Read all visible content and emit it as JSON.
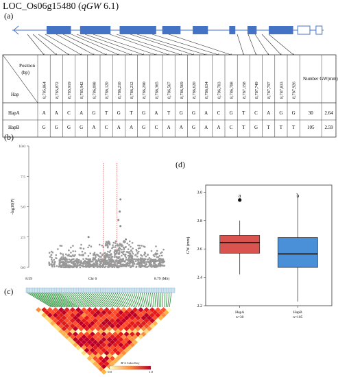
{
  "figure": {
    "gene_prefix": "LOC_Os06g15480 (",
    "gene_italic": "qGW",
    "gene_suffix": " 6.1)",
    "panel_labels": [
      "(a)",
      "(b)",
      "(c)",
      "(d)"
    ]
  },
  "gene_model": {
    "exons": [
      [
        0.09,
        0.17
      ],
      [
        0.2,
        0.3
      ],
      [
        0.33,
        0.45
      ],
      [
        0.47,
        0.53
      ],
      [
        0.57,
        0.62
      ],
      [
        0.69,
        0.71
      ],
      [
        0.75,
        0.78
      ],
      [
        0.82,
        0.9
      ]
    ],
    "utr_boxes": [
      [
        0.915,
        0.955
      ],
      [
        0.975,
        0.995
      ]
    ],
    "utr_box_widths": "hollow",
    "colors": {
      "exon": "#4472c4",
      "line": "#4472c4"
    }
  },
  "hap_table": {
    "header_top": "Position",
    "header_unit": "(bp)",
    "header_row": "Hap",
    "positions": [
      "8,785,864",
      "8,785,872",
      "8,785,919",
      "8,785,942",
      "8,786,098",
      "8,786,120",
      "8,786,210",
      "8,786,212",
      "8,786,290",
      "8,786,365",
      "8,786,567",
      "8,786,569",
      "8,786,620",
      "8,786,634",
      "8,786,703",
      "8,786,708",
      "8,787,158",
      "8,787,749",
      "8,787,797",
      "8,787,833",
      "8,787,926"
    ],
    "number_header": "Number",
    "gw_header": "GW(mm)",
    "rows": [
      {
        "hap": "HapA",
        "alleles": [
          "A",
          "A",
          "C",
          "A",
          "G",
          "T",
          "G",
          "T",
          "G",
          "A",
          "T",
          "G",
          "G",
          "A",
          "C",
          "G",
          "T",
          "C",
          "A",
          "G",
          "G"
        ],
        "number": "30",
        "gw": "2.64"
      },
      {
        "hap": "HapB",
        "alleles": [
          "G",
          "G",
          "G",
          "G",
          "A",
          "C",
          "A",
          "A",
          "G",
          "C",
          "A",
          "A",
          "G",
          "A",
          "A",
          "C",
          "T",
          "G",
          "T",
          "T",
          "T"
        ],
        "number": "105",
        "gw": "2.59"
      }
    ]
  },
  "chart_data": [
    {
      "type": "scatter",
      "panel": "(b)",
      "ylabel": "-log10(P)",
      "xlabel": "Chr 6",
      "x_tick_labels": [
        "8.59",
        "8.79 (Mb)"
      ],
      "xlim": [
        8.59,
        8.79
      ],
      "ylim": [
        0,
        10
      ],
      "yticks": [
        "0.0",
        "2.5",
        "5.0",
        "7.5",
        "10.0"
      ],
      "region_lines": [
        8.7,
        8.72
      ],
      "point_color": "#999999",
      "peaks": [
        {
          "x": 8.725,
          "y": 5.6
        },
        {
          "x": 8.724,
          "y": 4.6
        },
        {
          "x": 8.722,
          "y": 3.9
        },
        {
          "x": 8.725,
          "y": 3.4
        },
        {
          "x": 8.678,
          "y": 2.5
        },
        {
          "x": 8.733,
          "y": 2.3
        }
      ]
    },
    {
      "type": "heatmap",
      "panel": "(c)",
      "legend_title": "R^2 Color Key",
      "legend_ticks": [
        "0.0",
        "1.0"
      ],
      "colors": {
        "low": "#ffffcc",
        "mid": "#fd8d3c",
        "high": "#bd0026",
        "tracks": "#1a8a2a"
      }
    },
    {
      "type": "box",
      "panel": "(d)",
      "ylabel": "GW (mm)",
      "ylim": [
        2.2,
        3.05
      ],
      "yticks": [
        "2.2",
        "2.4",
        "2.6",
        "2.8",
        "3.0"
      ],
      "groups": [
        {
          "name": "HapA",
          "n_label": "n=30",
          "letter": "a",
          "color": "#d9534f",
          "min": 2.42,
          "q1": 2.57,
          "median": 2.645,
          "q3": 2.695,
          "max": 2.8,
          "outliers": [
            2.945
          ]
        },
        {
          "name": "HapB",
          "n_label": "n=105",
          "letter": "b",
          "color": "#4a90d9",
          "min": 2.23,
          "q1": 2.47,
          "median": 2.565,
          "q3": 2.68,
          "max": 2.97,
          "outliers": []
        }
      ]
    }
  ]
}
